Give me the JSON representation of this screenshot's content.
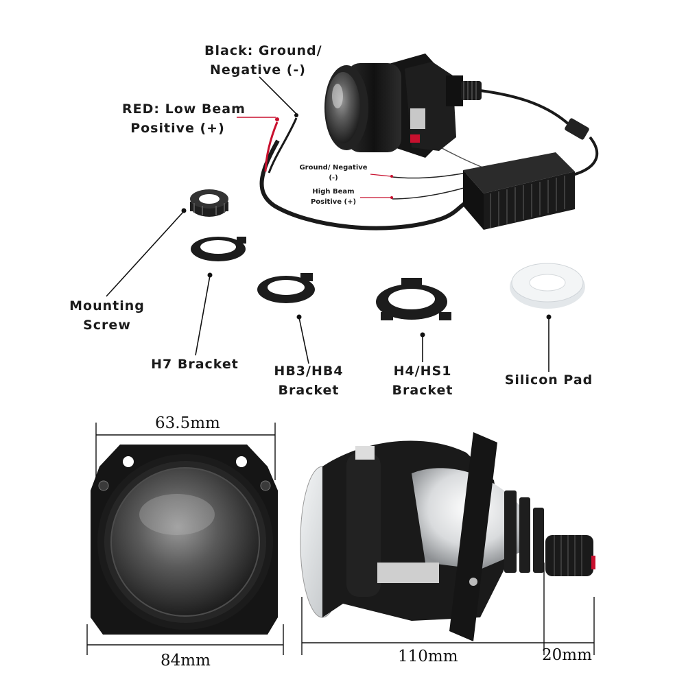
{
  "wiring": {
    "black_ground_line1": "Black: Ground/",
    "black_ground_line2": "Negative (-)",
    "red_low_line1": "RED: Low Beam",
    "red_low_line2": "Positive (+)",
    "ground_negative_line1": "Ground/ Negative",
    "ground_negative_line2": "(-)",
    "high_beam_line1": "High Beam",
    "high_beam_line2": "Positive (+)"
  },
  "parts": {
    "mounting_screw_line1": "Mounting",
    "mounting_screw_line2": "Screw",
    "h7_bracket": "H7 Bracket",
    "hb3_hb4_line1": "HB3/HB4",
    "hb3_hb4_line2": "Bracket",
    "h4_hs1_line1": "H4/HS1",
    "h4_hs1_line2": "Bracket",
    "silicon_pad": "Silicon Pad"
  },
  "dimensions": {
    "lens_diameter": "63.5mm",
    "front_width": "84mm",
    "body_length": "110mm",
    "connector_length": "20mm"
  },
  "colors": {
    "red_wire": "#c8102e",
    "product_black": "#1c1c1c",
    "silicon_pad": "#eef1f3"
  }
}
